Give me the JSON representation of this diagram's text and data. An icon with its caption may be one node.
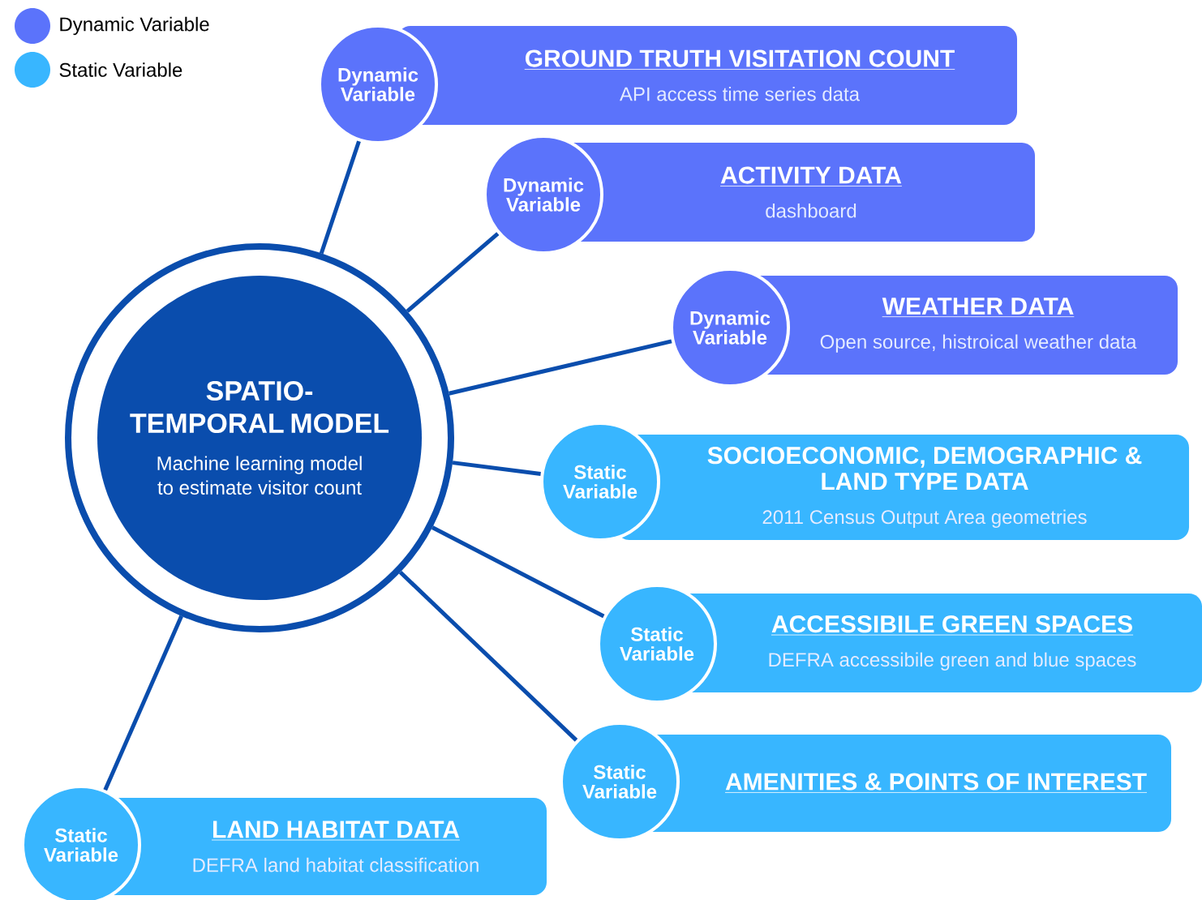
{
  "diagram": {
    "nodes": [
      {
        "text": [
          "SPATIO-TEMPORAL MODEL",
          "Machine learning model to estimate visitor count"
        ]
      },
      {
        "text": [
          "Dynamic Variable"
        ]
      },
      {
        "text": [
          "GROUND TRUTH VISITATION COUNT",
          "API access time series data"
        ]
      },
      {
        "text": [
          "Dynamic Variable"
        ]
      },
      {
        "text": [
          "ACTIVITY DATA",
          "dashboard"
        ]
      },
      {
        "text": [
          "Dynamic Variable"
        ]
      },
      {
        "text": [
          "WEATHER DATA",
          "Open source, histroical weather data"
        ]
      },
      {
        "text": [
          "Static Variable"
        ]
      },
      {
        "text": [
          "SOCIOECONOMIC, DEMOGRAPHIC & LAND TYPE DATA",
          "2011 Census Output Area geometries"
        ]
      },
      {
        "text": [
          "Static Variable"
        ]
      },
      {
        "text": [
          "ACCESSIBILE GREEN SPACES",
          "DEFRA accessibile green and blue spaces"
        ]
      },
      {
        "text": [
          "Static Variable"
        ]
      },
      {
        "text": [
          "AMENITIES & POINTS OF INTEREST"
        ]
      },
      {
        "text": [
          "Static Variable"
        ]
      },
      {
        "text": [
          "LAND HABITAT DATA",
          "DEFRA land habitat classification"
        ]
      }
    ],
    "edges": [
      {
        "from": 0,
        "to": 1,
        "arrow": "none"
      },
      {
        "from": 0,
        "to": 3,
        "arrow": "none"
      },
      {
        "from": 0,
        "to": 5,
        "arrow": "none"
      },
      {
        "from": 0,
        "to": 7,
        "arrow": "none"
      },
      {
        "from": 0,
        "to": 9,
        "arrow": "none"
      },
      {
        "from": 0,
        "to": 11,
        "arrow": "none"
      },
      {
        "from": 0,
        "to": 13,
        "arrow": "none"
      }
    ],
    "legend": [
      {
        "text": "Dynamic Variable",
        "color": "#5b73fb"
      },
      {
        "text": "Static Variable",
        "color": "#38b6ff"
      }
    ]
  }
}
